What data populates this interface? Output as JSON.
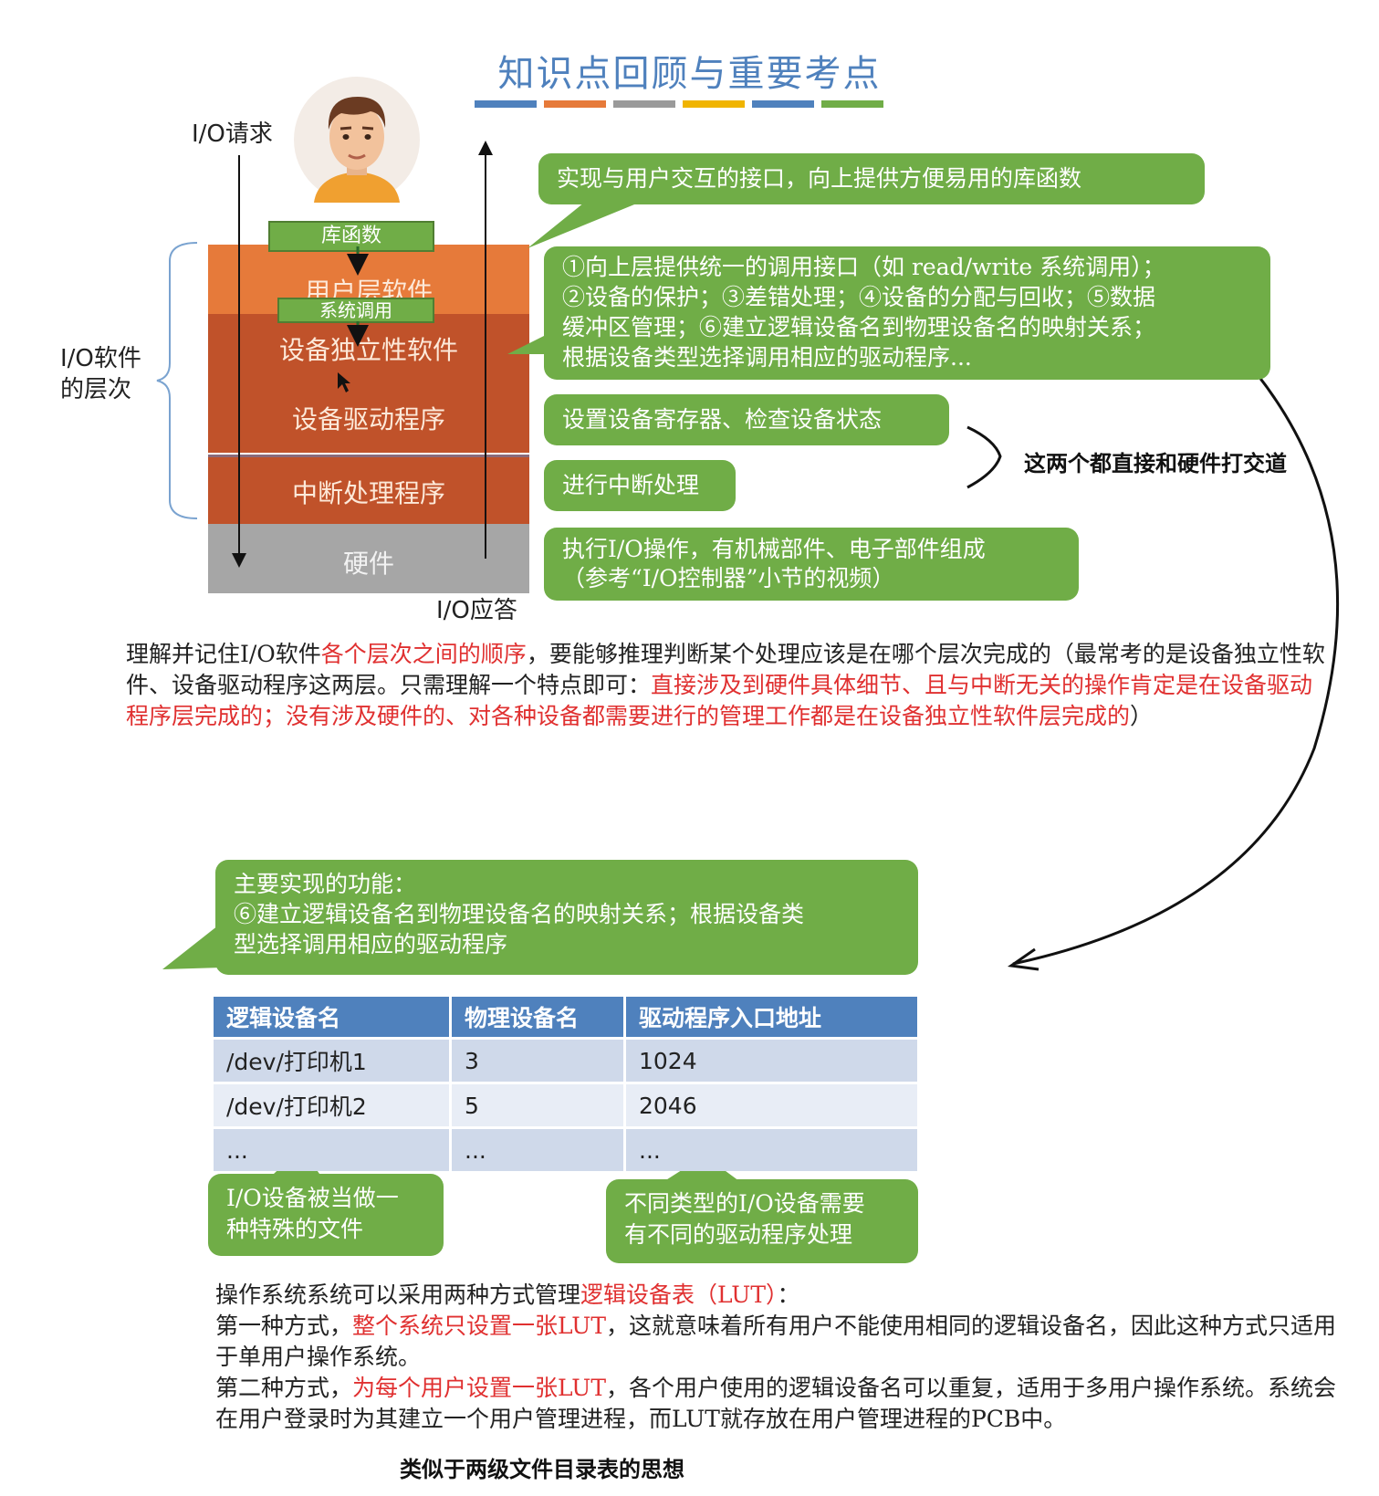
{
  "title": "知识点回顾与重要考点",
  "title_bar_colors": [
    "#4f81bd",
    "#e67a3a",
    "#9a9a9a",
    "#f0b400",
    "#4f81bd",
    "#70ad47"
  ],
  "io_request": "I/O请求",
  "io_response": "I/O应答",
  "hierarchy_label_line1": "I/O软件",
  "hierarchy_label_line2": "的层次",
  "tags": {
    "library": "库函数",
    "syscall": "系统调用"
  },
  "layers": {
    "user": "用户层软件",
    "device_independent": "设备独立性软件",
    "driver": "设备驱动程序",
    "interrupt": "中断处理程序",
    "hardware": "硬件"
  },
  "callouts": {
    "user": "实现与用户交互的接口，向上提供方便易用的库函数",
    "dev_line1": "①向上层提供统一的调用接口（如 read/write 系统调用）；",
    "dev_line2": "②设备的保护；③差错处理；④设备的分配与回收；⑤数据",
    "dev_line3": "缓冲区管理；⑥建立逻辑设备名到物理设备名的映射关系；",
    "dev_line4": "根据设备类型选择调用相应的驱动程序...",
    "driver": "设置设备寄存器、检查设备状态",
    "interrupt": "进行中断处理",
    "hw_line1": "执行I/O操作，有机械部件、电子部件组成",
    "hw_line2": "（参考“I/O控制器”小节的视频）"
  },
  "hardware_note": "这两个都直接和硬件打交道",
  "paragraph1": {
    "p1": "理解并记住I/O软件",
    "p1_red": "各个层次之间的顺序",
    "p2": "，要能够推理判断某个处理应该是在哪个层次完成的（最常考的是设备独立性软件、设备驱动程序这两层。只需理解一个特点即可：",
    "p2_red": "直接涉及到硬件具体细节、且与中断无关的操作肯定是在设备驱动程序层完成的；没有涉及硬件的、对各种设备都需要进行的管理工作都是在设备独立性软件层完成的",
    "p3": "）"
  },
  "main_function_callout": {
    "line1": "主要实现的功能：",
    "line2": "⑥建立逻辑设备名到物理设备名的映射关系；根据设备类",
    "line3": "型选择调用相应的驱动程序"
  },
  "lut_table": {
    "headers": [
      "逻辑设备名",
      "物理设备名",
      "驱动程序入口地址"
    ],
    "rows": [
      [
        "/dev/打印机1",
        "3",
        "1024"
      ],
      [
        "/dev/打印机2",
        "5",
        "2046"
      ],
      [
        "...",
        "...",
        "..."
      ]
    ]
  },
  "file_callout": {
    "line1": "I/O设备被当做一",
    "line2": "种特殊的文件"
  },
  "driver_callout": {
    "line1": "不同类型的I/O设备需要",
    "line2": "有不同的驱动程序处理"
  },
  "paragraph2": {
    "l1a": "操作系统系统可以采用两种方式管理",
    "l1_red": "逻辑设备表（LUT）",
    "l1b": "：",
    "l2a": "第一种方式，",
    "l2_red": "整个系统只设置一张LUT",
    "l2b": "，这就意味着所有用户不能使用相同的逻辑设备名，因此这种方式只适用于单用户操作系统。",
    "l3a": "第二种方式，",
    "l3_red": "为每个用户设置一张LUT",
    "l3b": "，各个用户使用的逻辑设备名可以重复，适用于多用户操作系统。系统会在用户登录时为其建立一个用户管理进程，而LUT就存放在用户管理进程的PCB中。"
  },
  "footer_note": "类似于两级文件目录表的思想",
  "colors": {
    "green": "#70ad47",
    "blue": "#4f81bd",
    "orange": "#e67a3a",
    "rust": "#c0522a",
    "gray": "#a6a6a6",
    "red": "#e03030"
  }
}
